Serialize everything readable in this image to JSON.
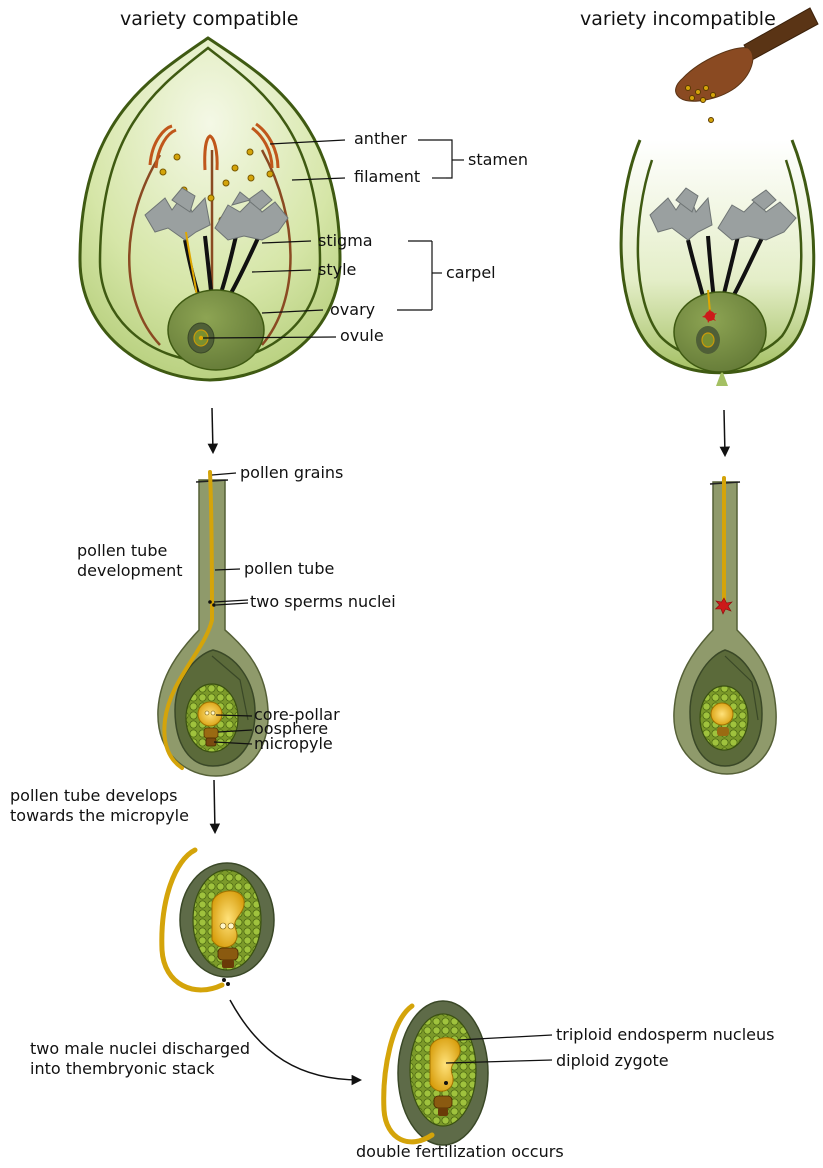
{
  "titles": {
    "compatible": "variety compatible",
    "incompatible": "variety incompatible"
  },
  "flower_labels": {
    "anther": "anther",
    "filament": "filament",
    "stamen": "stamen",
    "stigma": "stigma",
    "style": "style",
    "carpel": "carpel",
    "ovary": "ovary",
    "ovule": "ovule"
  },
  "tube_labels": {
    "pollen_grains": "pollen grains",
    "development_line1": "pollen tube",
    "development_line2": "development",
    "pollen_tube": "pollen tube",
    "two_sperms_nuclei": "two sperms nuclei",
    "core_pollar": "core-pollar",
    "oosphere": "oosphere",
    "micropyle": "micropyle"
  },
  "stage_labels": {
    "develops_line1": "pollen tube develops",
    "develops_line2": "towards the micropyle",
    "discharged_line1": "two male nuclei discharged",
    "discharged_line2": "into thembryonic stack",
    "triploid": "triploid endosperm nucleus",
    "diploid": "diploid zygote",
    "double_fertilization": "double fertilization occurs"
  },
  "colors": {
    "petal_outline": "#3f5a12",
    "petal_fill": "#dbe7b5",
    "ovary": "#6a7f3a",
    "ovule_dark": "#4f5f37",
    "pollen": "#d4a40a",
    "filament": "#8a4a22",
    "stigma": "#9aa0a0",
    "sac_green": "#8fb43a",
    "block_red": "#cc1a1a",
    "brush": "#6a3a14"
  }
}
